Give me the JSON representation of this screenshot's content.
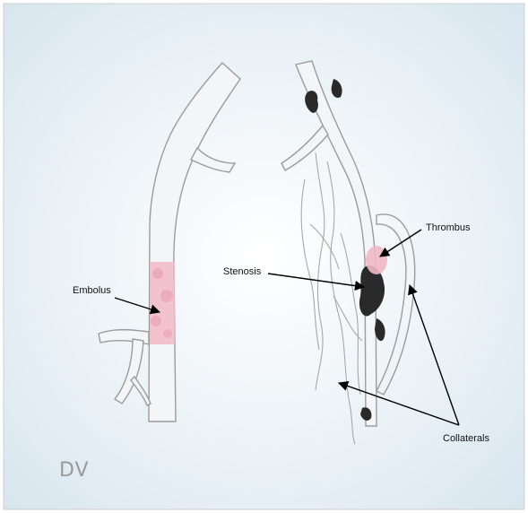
{
  "labels": {
    "embolus": "Embolus",
    "stenosis": "Stenosis",
    "thrombus": "Thrombus",
    "collaterals": "Collaterals"
  },
  "signature": "DV",
  "colors": {
    "background": "#dfeaf1",
    "vessel_outline": "#9c9c9c",
    "vessel_fill": "#f4f5f6",
    "clot_pink": "#f1b8c7",
    "plaque_dark": "#2a2a2a",
    "arrow": "#000000"
  }
}
